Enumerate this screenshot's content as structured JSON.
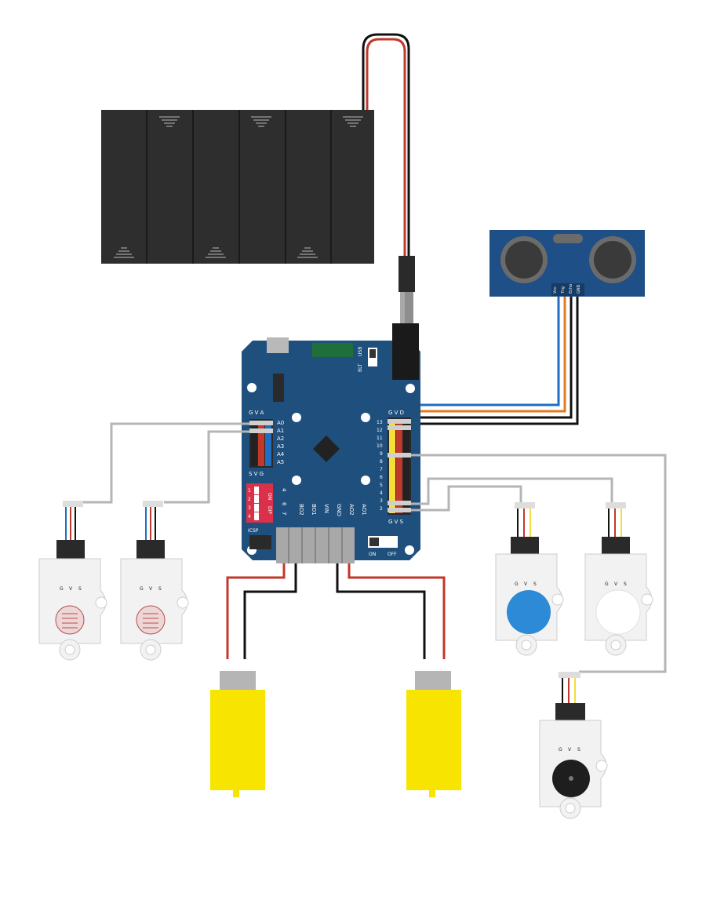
{
  "colors": {
    "board": "#1f4f7d",
    "board_dark": "#173d62",
    "battery": "#2e2e2e",
    "wire_red": "#c0392b",
    "wire_black": "#111111",
    "wire_gray": "#b5b5b5",
    "wire_blue": "#1e6fc4",
    "wire_orange": "#e07b1f",
    "wire_yellow": "#f3df3a",
    "motor_yellow": "#f7e400",
    "ultrasonic": "#1e4f86",
    "button_blue": "#2d8ad6"
  },
  "board": {
    "usb_label": "USB",
    "blt_label": "BLT",
    "icsp_label": "ICSP",
    "on_label": "ON",
    "off_label": "OFF",
    "dip_label": "DIP",
    "dip_on_label": "ON",
    "dip_numbers": [
      "1",
      "2",
      "3",
      "4"
    ],
    "dip_side_numbers": [
      "4",
      "6",
      "7"
    ],
    "analog_header_top": "G V A",
    "analog_header_bottom": "S V G",
    "analog_pins": [
      "A0",
      "A1",
      "A2",
      "A3",
      "A4",
      "A5"
    ],
    "digital_header": "G V D",
    "digital_header_bottom": "G V S",
    "digital_pins": [
      "13",
      "12",
      "11",
      "10",
      "9",
      "8",
      "7",
      "6",
      "5",
      "4",
      "3",
      "2"
    ],
    "bottom_labels": [
      "BO2",
      "BO1",
      "VIN",
      "GND",
      "AO2",
      "AO1"
    ]
  },
  "ultrasonic": {
    "pins": [
      "Vcc",
      "Trig",
      "Echo",
      "GND"
    ]
  },
  "sensor_labels": {
    "g": "G",
    "v": "V",
    "s": "S"
  }
}
